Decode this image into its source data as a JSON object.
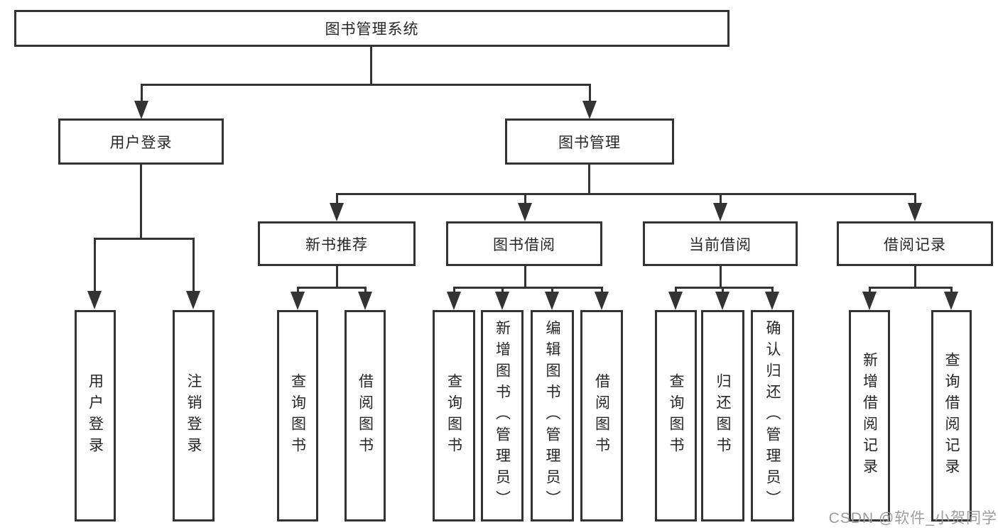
{
  "colors": {
    "background": "#ffffff",
    "line": "#333333",
    "box_border": "#333333",
    "text": "#262626",
    "watermark": "#9c9c9c"
  },
  "tree": {
    "root": {
      "label": "图书管理系统"
    },
    "branches": [
      {
        "label": "用户登录",
        "children": [
          {
            "label": "用户登录"
          },
          {
            "label": "注销登录"
          }
        ]
      },
      {
        "label": "图书管理",
        "children": [
          {
            "label": "新书推荐",
            "children": [
              {
                "label": "查询图书"
              },
              {
                "label": "借阅图书"
              }
            ]
          },
          {
            "label": "图书借阅",
            "children": [
              {
                "label": "查询图书"
              },
              {
                "label": "新增图书（管理员）"
              },
              {
                "label": "编辑图书（管理员）"
              },
              {
                "label": "借阅图书"
              }
            ]
          },
          {
            "label": "当前借阅",
            "children": [
              {
                "label": "查询图书"
              },
              {
                "label": "归还图书"
              },
              {
                "label": "确认归还（管理员）"
              }
            ]
          },
          {
            "label": "借阅记录",
            "children": [
              {
                "label": "新增借阅记录"
              },
              {
                "label": "查询借阅记录"
              }
            ]
          }
        ]
      }
    ]
  },
  "watermark": {
    "text": "CSDN @软件_小贺同学"
  }
}
